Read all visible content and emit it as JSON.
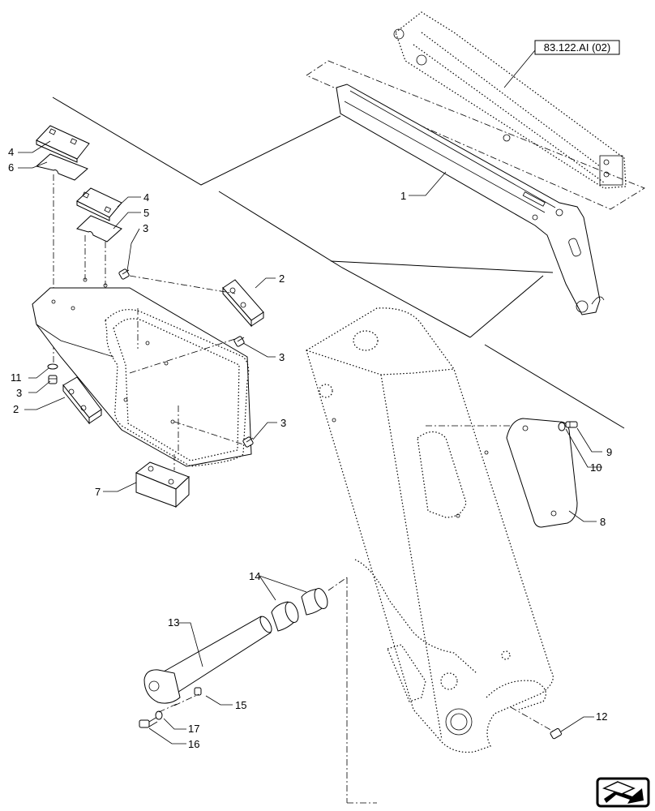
{
  "reference": {
    "label": "83.122.AI (02)"
  },
  "callouts": {
    "c1": "1",
    "c2a": "2",
    "c2b": "2",
    "c3a": "3",
    "c3b": "3",
    "c3c": "3",
    "c3d": "3",
    "c4a": "4",
    "c4b": "4",
    "c5": "5",
    "c6": "6",
    "c7": "7",
    "c8": "8",
    "c9": "9",
    "c10": "10",
    "c11": "11",
    "c12": "12",
    "c13": "13",
    "c14": "14",
    "c15": "15",
    "c16": "16",
    "c17": "17"
  },
  "icons": {
    "nav": "next-page-arrow-icon"
  }
}
